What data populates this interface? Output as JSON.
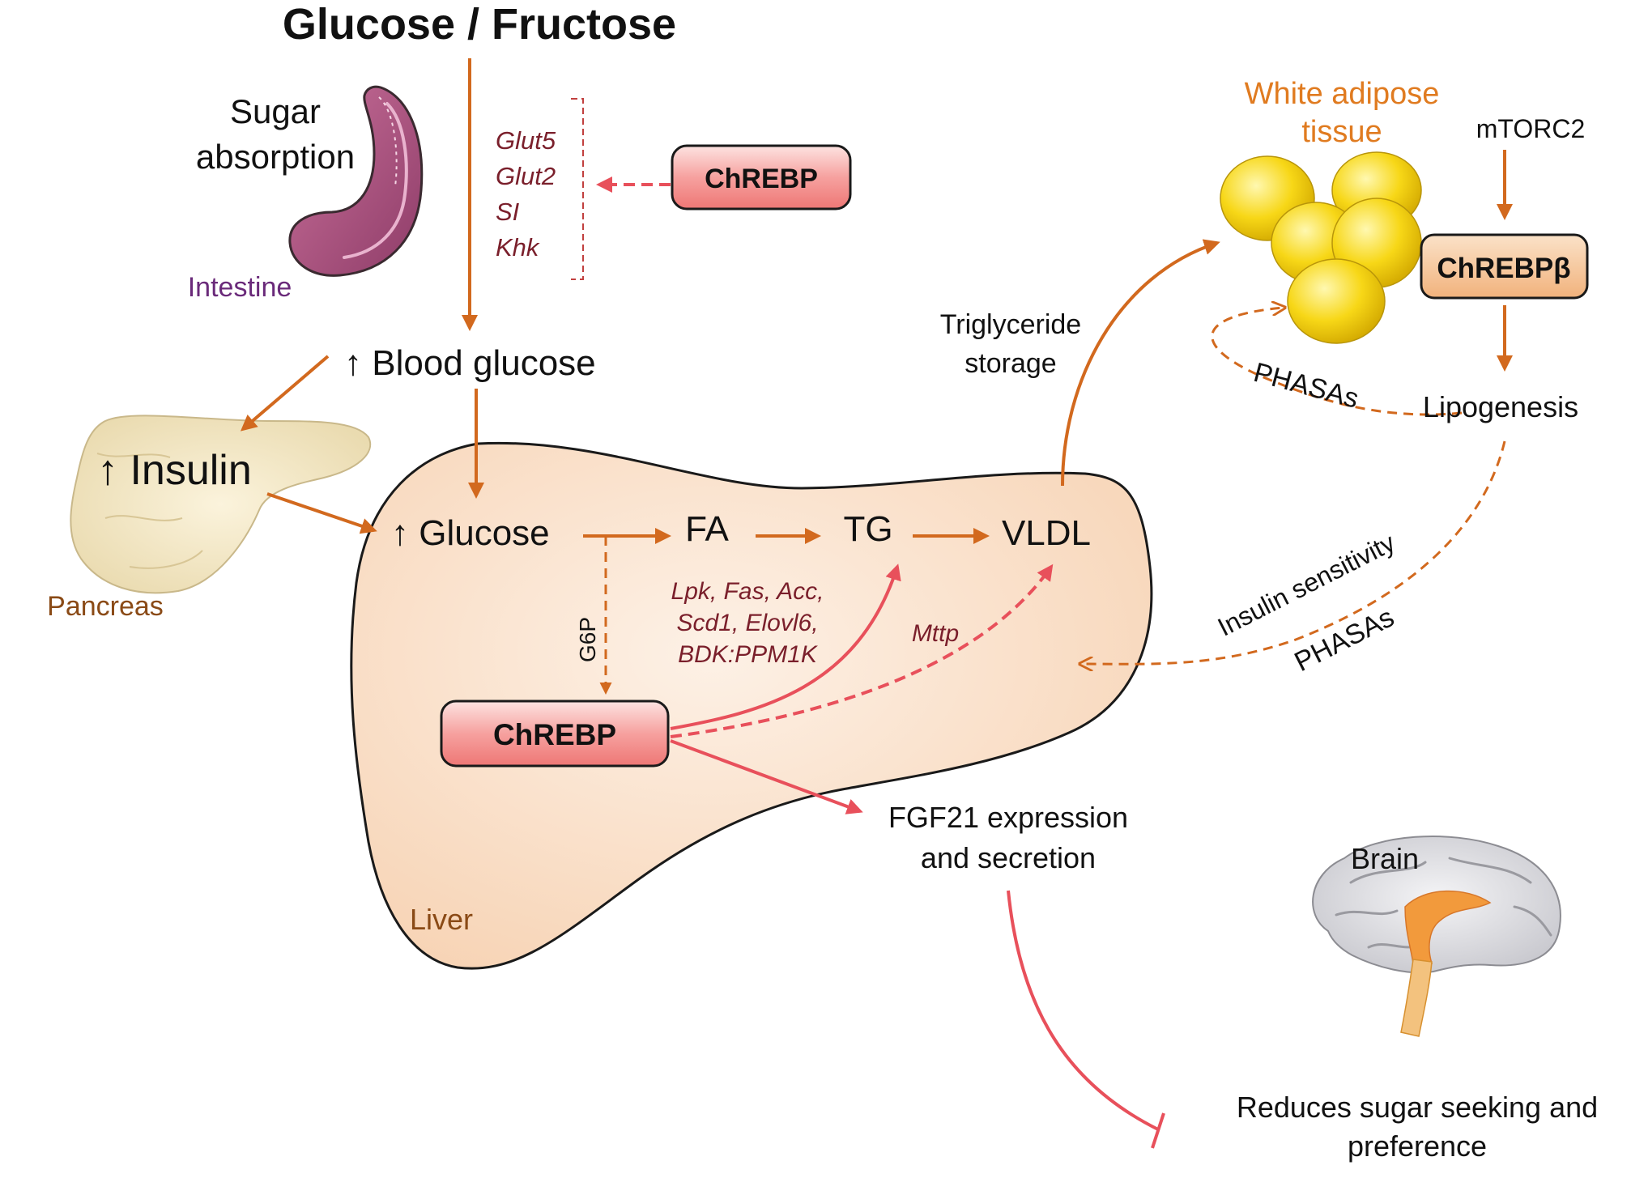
{
  "title": "Glucose / Fructose",
  "intestine": {
    "process": [
      "Sugar",
      "absorption"
    ],
    "organ": "Intestine",
    "genes": [
      "Glut5",
      "Glut2",
      "SI",
      "Khk"
    ],
    "regulator": "ChREBP"
  },
  "blood_glucose": "↑ Blood glucose",
  "pancreas": {
    "hormone": "↑ Insulin",
    "organ": "Pancreas"
  },
  "liver": {
    "organ": "Liver",
    "glucose": "↑ Glucose",
    "fa": "FA",
    "tg": "TG",
    "vldl": "VLDL",
    "g6p": "G6P",
    "lipogenic_genes": [
      "Lpk, Fas, Acc,",
      "Scd1, Elovl6,",
      "BDK:PPM1K"
    ],
    "mttp": "Mttp",
    "regulator": "ChREBP"
  },
  "tg_storage": [
    "Triglyceride",
    "storage"
  ],
  "adipose": {
    "organ": [
      "White adipose",
      "tissue"
    ],
    "upstream": "mTORC2",
    "regulator": "ChREBPβ",
    "process": "Lipogenesis",
    "lipids_top": "PHASAs",
    "sensitivity": "Insulin sensitivity",
    "lipids_bottom": "PHASAs"
  },
  "fgf21": [
    "FGF21 expression",
    "and secretion"
  ],
  "brain": {
    "organ": "Brain",
    "effect": [
      "Reduces sugar seeking and",
      "preference"
    ]
  },
  "colors": {
    "activation_arrow": "#d2691e",
    "chrebp_arrow": "#e8505b",
    "gene_text": "#7a1f2b",
    "organ_orange": "#e07b20",
    "organ_brown": "#8a4a16",
    "organ_purple": "#6a2a7a",
    "liver_fill": "#fbe3cf",
    "chrebp_fill": "#f48a88",
    "chrebp_beta_fill": "#f5c9a0",
    "adipocyte": "#f5d20a"
  }
}
